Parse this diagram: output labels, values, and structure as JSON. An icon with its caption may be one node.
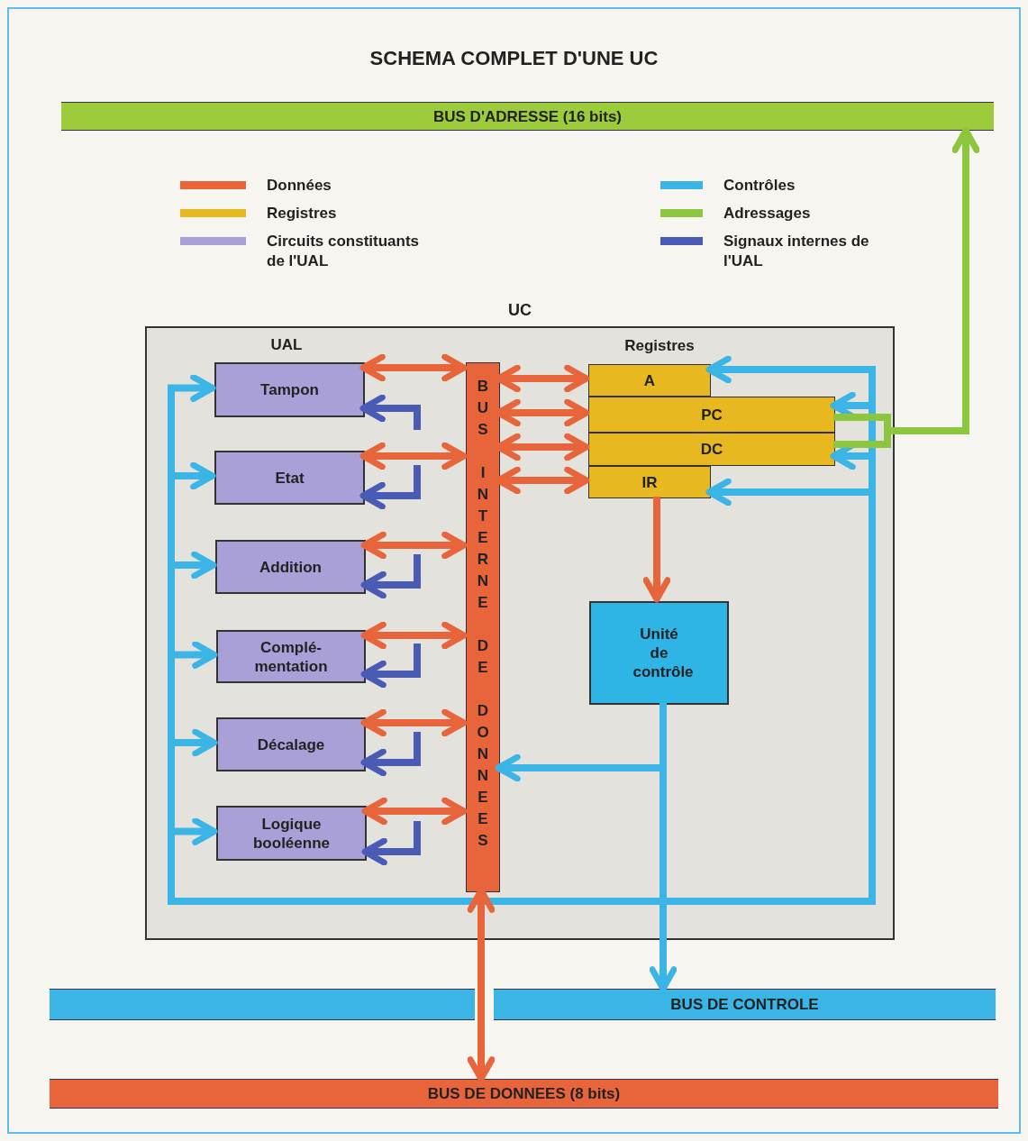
{
  "diagram": {
    "title": "SCHEMA COMPLET D'UNE UC",
    "nodes": [
      {
        "text": [
          "BUS D'ADRESSE (16 bits)"
        ]
      },
      {
        "text": [
          "UC"
        ]
      },
      {
        "text": [
          "Tampon"
        ],
        "in": 1
      },
      {
        "text": [
          "Etat"
        ],
        "in": 1
      },
      {
        "text": [
          "Addition"
        ],
        "in": 1
      },
      {
        "text": [
          "Complé- mentation"
        ],
        "in": 1
      },
      {
        "text": [
          "Décalage"
        ],
        "in": 1
      },
      {
        "text": [
          "Logique booléenne"
        ],
        "in": 1
      },
      {
        "text": [
          "BUS INTERNE DE DONNEES"
        ],
        "in": 1
      },
      {
        "text": [
          "A"
        ],
        "in": 1
      },
      {
        "text": [
          "PC"
        ],
        "in": 1
      },
      {
        "text": [
          "DC"
        ],
        "in": 1
      },
      {
        "text": [
          "IR"
        ],
        "in": 1
      },
      {
        "text": [
          "Unité de contrôle"
        ],
        "in": 1
      },
      {
        "text": [
          "BUS DE CONTROLE"
        ]
      },
      {
        "text": [
          "BUS DE DONNEES (8 bits)"
        ]
      },
      {
        "text": [],
        "shape": "bar"
      }
    ],
    "edges": [
      {
        "from": 2,
        "to": 8,
        "arrow": "both"
      },
      {
        "from": 3,
        "to": 8,
        "arrow": "both"
      },
      {
        "from": 4,
        "to": 8,
        "arrow": "both"
      },
      {
        "from": 5,
        "to": 8,
        "arrow": "both"
      },
      {
        "from": 6,
        "to": 8,
        "arrow": "both"
      },
      {
        "from": 7,
        "to": 8,
        "arrow": "both"
      },
      {
        "from": null,
        "to": 2,
        "arrow": "to",
        "color": "#4a5bb5"
      },
      {
        "from": null,
        "to": 3,
        "arrow": "to",
        "color": "#4a5bb5"
      },
      {
        "from": null,
        "to": 4,
        "arrow": "to",
        "color": "#4a5bb5"
      },
      {
        "from": null,
        "to": 5,
        "arrow": "to",
        "color": "#4a5bb5"
      },
      {
        "from": null,
        "to": 6,
        "arrow": "to",
        "color": "#4a5bb5"
      },
      {
        "from": null,
        "to": 7,
        "arrow": "to",
        "color": "#4a5bb5"
      },
      {
        "from": 13,
        "to": 2,
        "arrow": "to",
        "color": "#3bb5e6"
      },
      {
        "from": 13,
        "to": 3,
        "arrow": "to",
        "color": "#3bb5e6"
      },
      {
        "from": 13,
        "to": 4,
        "arrow": "to",
        "color": "#3bb5e6"
      },
      {
        "from": 13,
        "to": 5,
        "arrow": "to",
        "color": "#3bb5e6"
      },
      {
        "from": 13,
        "to": 6,
        "arrow": "to",
        "color": "#3bb5e6"
      },
      {
        "from": 13,
        "to": 7,
        "arrow": "to",
        "color": "#3bb5e6"
      },
      {
        "from": 13,
        "to": 8,
        "arrow": "to",
        "color": "#3bb5e6"
      },
      {
        "from": 13,
        "to": 9,
        "arrow": "to",
        "color": "#3bb5e6"
      },
      {
        "from": 13,
        "to": 10,
        "arrow": "to",
        "color": "#3bb5e6"
      },
      {
        "from": 13,
        "to": 11,
        "arrow": "to",
        "color": "#3bb5e6"
      },
      {
        "from": 13,
        "to": 12,
        "arrow": "to",
        "color": "#3bb5e6"
      },
      {
        "from": 8,
        "to": 9,
        "arrow": "both"
      },
      {
        "from": 8,
        "to": 10,
        "arrow": "both"
      },
      {
        "from": 8,
        "to": 11,
        "arrow": "both"
      },
      {
        "from": 8,
        "to": 12,
        "arrow": "both"
      },
      {
        "from": 12,
        "to": 13,
        "arrow": "to"
      },
      {
        "from": 10,
        "to": 0,
        "arrow": "to",
        "color": "#8cc63f"
      },
      {
        "from": 11,
        "to": 0,
        "arrow": "to",
        "color": "#8cc63f"
      },
      {
        "from": 13,
        "to": 14,
        "arrow": "to",
        "color": "#3bb5e6"
      },
      {
        "from": 8,
        "to": 15,
        "arrow": "both"
      }
    ],
    "labels": [
      "UAL",
      "Registres"
    ],
    "legend": [
      {
        "text": "Données",
        "color": "#e8653c"
      },
      {
        "text": "Registres",
        "color": "#e8b820"
      },
      {
        "text": "Circuits constituants de l'UAL",
        "color": "#a9a0d8"
      },
      {
        "text": "Contrôles",
        "color": "#3bb5e6"
      },
      {
        "text": "Adressages",
        "color": "#8cc63f"
      },
      {
        "text": "Signaux internes de l'UAL",
        "color": "#4a5bb5"
      }
    ]
  }
}
